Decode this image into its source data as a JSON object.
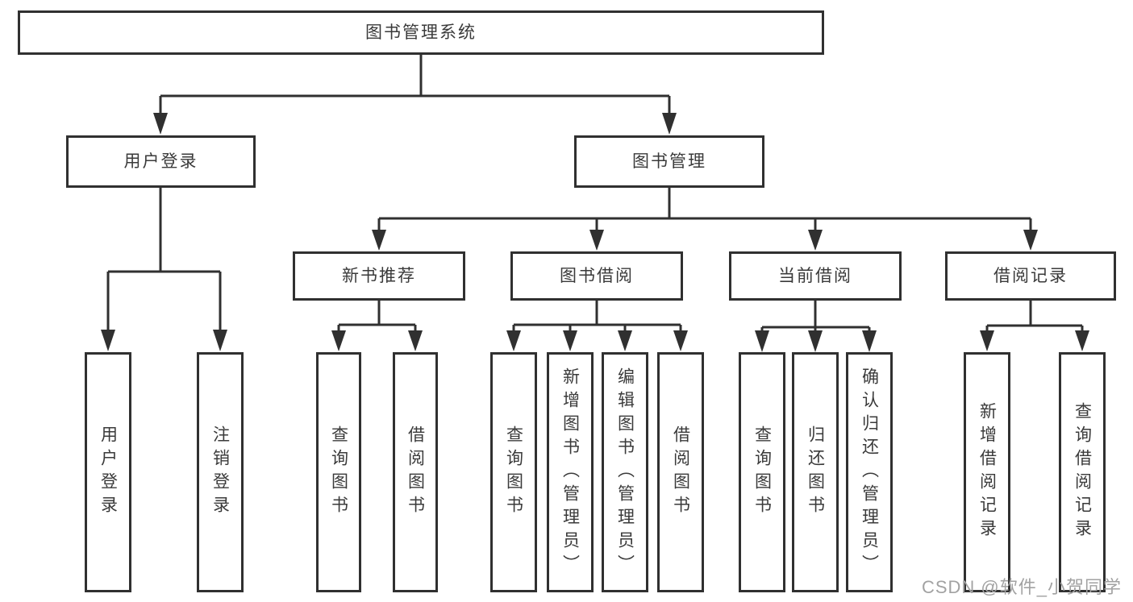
{
  "root": {
    "label": "图书管理系统"
  },
  "level2": [
    {
      "label": "用户登录"
    },
    {
      "label": "图书管理"
    }
  ],
  "level3": [
    {
      "label": "新书推荐"
    },
    {
      "label": "图书借阅"
    },
    {
      "label": "当前借阅"
    },
    {
      "label": "借阅记录"
    }
  ],
  "leaves": {
    "login": [
      {
        "label": "用户登录"
      },
      {
        "label": "注销登录"
      }
    ],
    "recommend": [
      {
        "label": "查询图书"
      },
      {
        "label": "借阅图书"
      }
    ],
    "borrow": [
      {
        "label": "查询图书"
      },
      {
        "label": "新增图书（管理员）"
      },
      {
        "label": "编辑图书（管理员）"
      },
      {
        "label": "借阅图书"
      }
    ],
    "current": [
      {
        "label": "查询图书"
      },
      {
        "label": "归还图书"
      },
      {
        "label": "确认归还（管理员）"
      }
    ],
    "records": [
      {
        "label": "新增借阅记录"
      },
      {
        "label": "查询借阅记录"
      }
    ]
  },
  "watermark": {
    "text": "CSDN @软件_小贺同学"
  },
  "colors": {
    "line": "#303030",
    "box_border": "#303030",
    "text": "#3a3a3a",
    "background": "#ffffff",
    "watermark": "#a2a2a2"
  }
}
